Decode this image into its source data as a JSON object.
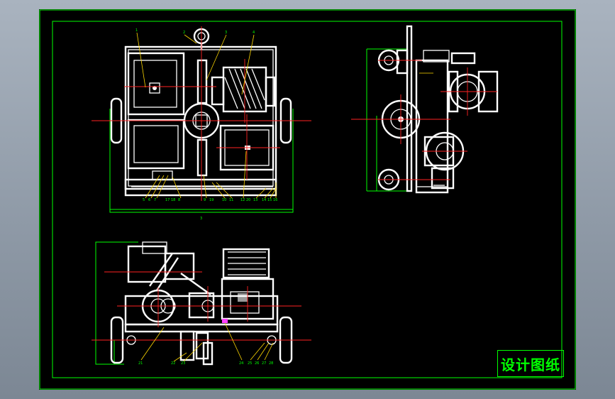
{
  "title_block": {
    "text": "设计图纸"
  },
  "colors": {
    "background": "#000000",
    "frame": "#00ff00",
    "outline": "#ffffff",
    "centerline": "#ff2222",
    "leader": "#ffd800"
  },
  "views": {
    "top_view": {
      "part_numbers": [
        "1",
        "2",
        "3",
        "4",
        "5",
        "6",
        "7",
        "8",
        "9",
        "10",
        "11",
        "12",
        "13",
        "14",
        "15",
        "16",
        "17",
        "18",
        "19",
        "20"
      ]
    },
    "side_view": {
      "part_numbers": []
    },
    "front_view": {
      "part_numbers": [
        "21",
        "22",
        "23",
        "24",
        "25",
        "26",
        "27",
        "28"
      ]
    }
  }
}
